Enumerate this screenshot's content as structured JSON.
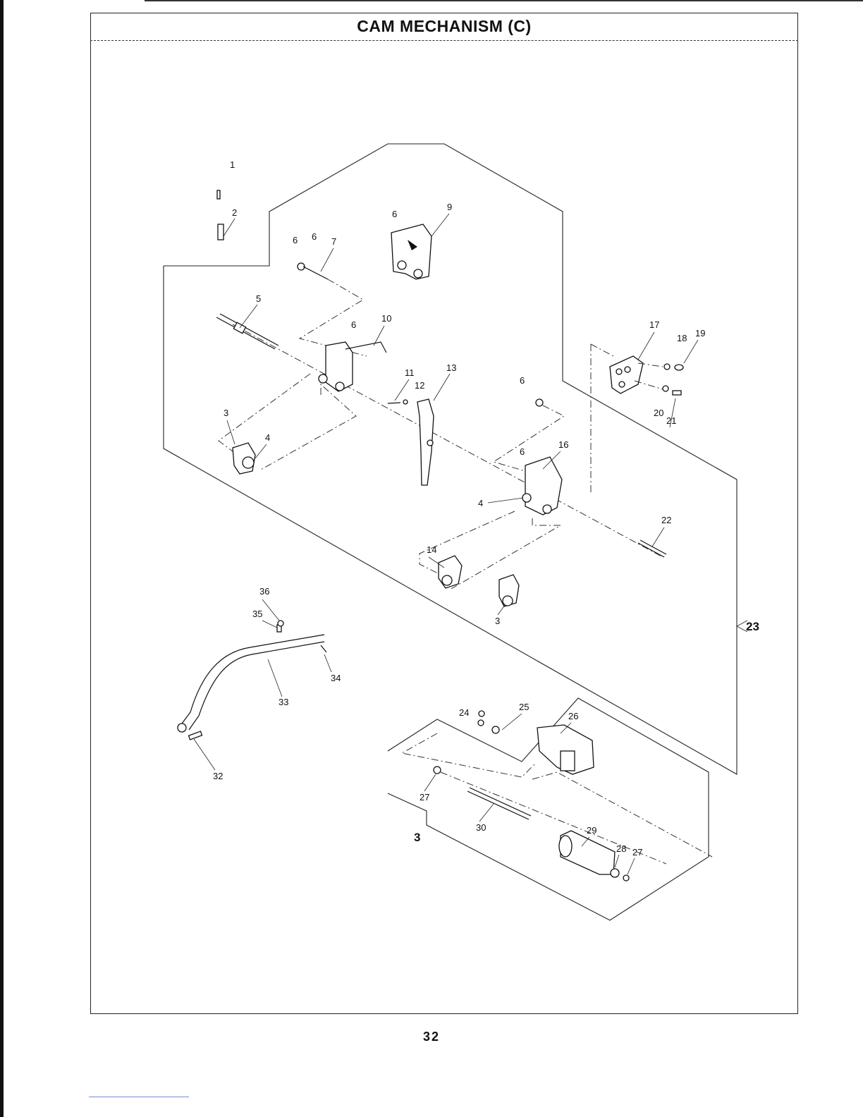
{
  "document": {
    "title": "CAM MECHANISM (C)",
    "page_number": "32"
  },
  "labels": [
    "1",
    "2",
    "3",
    "4",
    "5",
    "6",
    "6",
    "6",
    "6",
    "6",
    "6",
    "7",
    "9",
    "10",
    "11",
    "12",
    "13",
    "14",
    "16",
    "17",
    "18",
    "19",
    "20",
    "21",
    "22",
    "24",
    "25",
    "26",
    "27",
    "27",
    "28",
    "29",
    "30",
    "32",
    "33",
    "34",
    "35",
    "36",
    "3",
    "4",
    "3"
  ],
  "callouts": {
    "assembly_ref": "23",
    "base_ref": "3"
  }
}
